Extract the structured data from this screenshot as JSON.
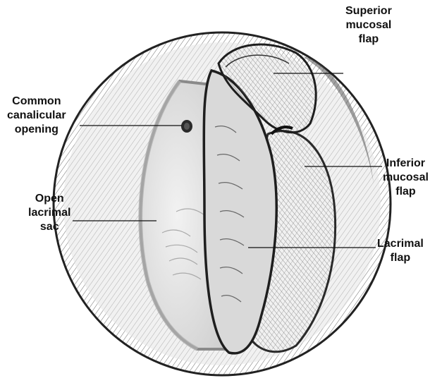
{
  "labels": {
    "superior_mucosal_flap": [
      "Superior",
      "mucosal",
      "flap"
    ],
    "common_canalicular_opening": [
      "Common",
      "canalicular",
      "opening"
    ],
    "inferior_mucosal_flap": [
      "Inferior",
      "mucosal",
      "flap"
    ],
    "open_lacrimal_sac": [
      "Open",
      "lacrimal",
      "sac"
    ],
    "lacrimal_flap": [
      "Lacrimal",
      "flap"
    ]
  },
  "colors": {
    "ink": "#1a1a1a",
    "shade": "#9a9a9a",
    "background": "#ffffff"
  }
}
